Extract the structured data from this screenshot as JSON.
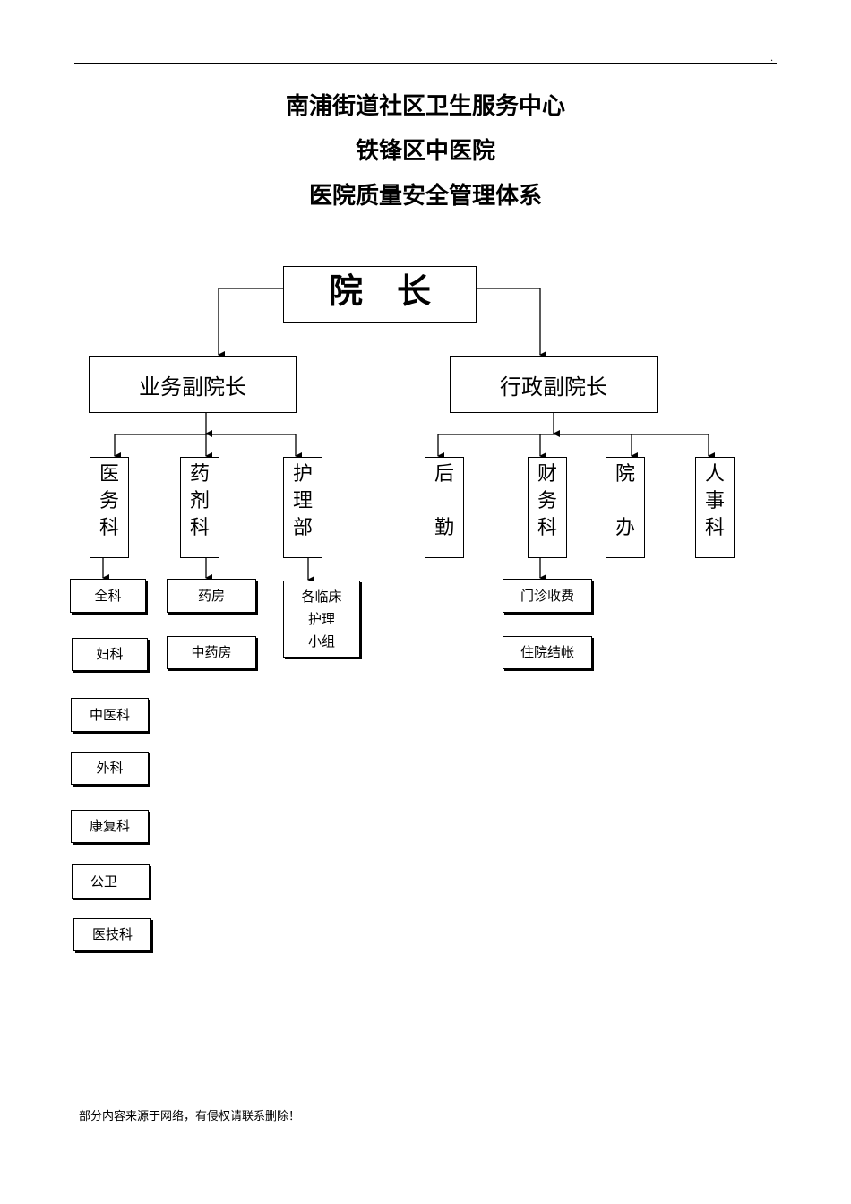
{
  "header": {
    "corner_mark": "."
  },
  "titles": {
    "line1": "南浦街道社区卫生服务中心",
    "line2": "铁锋区中医院",
    "line3": "医院质量安全管理体系"
  },
  "org": {
    "head": "院　长",
    "business_vp": "业务副院长",
    "admin_vp": "行政副院长",
    "medical_affairs": "医\n务\n科",
    "pharmacy_dept": "药\n剂\n科",
    "nursing_dept": "护\n理\n部",
    "logistics": "后\n\n勤",
    "finance": "财\n务\n科",
    "office": "院\n\n办",
    "hr": "人\n事\n科",
    "medical_units": [
      "全科",
      "妇科",
      "中医科",
      "外科",
      "康复科",
      "公卫",
      "医技科"
    ],
    "pharmacy_units": [
      "药房",
      "中药房"
    ],
    "nursing_unit": "各临床\n护理\n小组",
    "finance_units": [
      "门诊收费",
      "住院结帐"
    ]
  },
  "footer": {
    "text": "部分内容来源于网络，有侵权请联系删除！"
  }
}
